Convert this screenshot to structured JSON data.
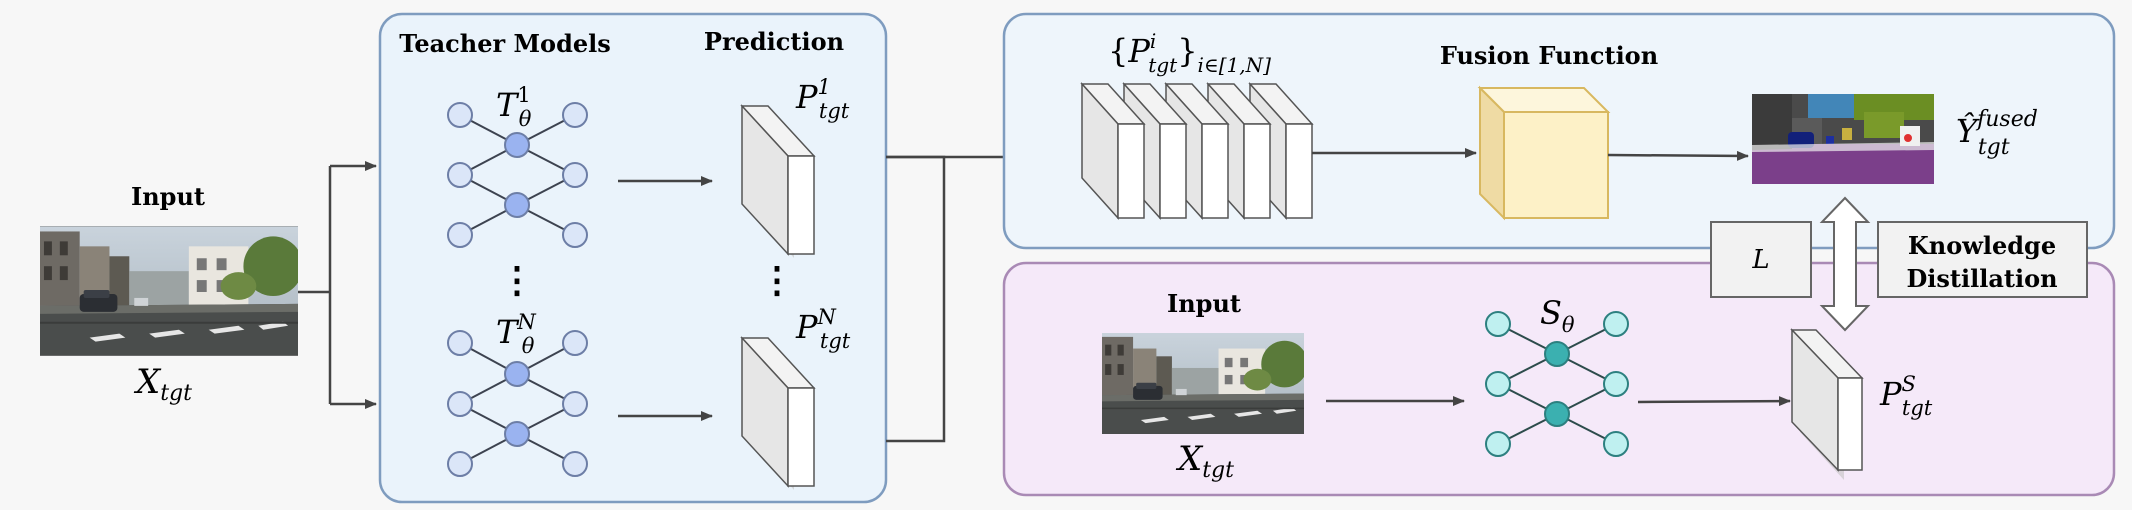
{
  "input": {
    "label": "Input",
    "var": "X",
    "var_sub": "tgt"
  },
  "teacher": {
    "title": "Teacher Models",
    "prediction_title": "Prediction",
    "model1": {
      "sym": "T",
      "sub": "θ",
      "sup": "1"
    },
    "modelN": {
      "sym": "T",
      "sub": "θ",
      "sup": "N"
    },
    "pred1": {
      "sym": "P",
      "sub": "tgt",
      "sup": "1"
    },
    "predN": {
      "sym": "P",
      "sub": "tgt",
      "sup": "N"
    },
    "vdots": "⋮"
  },
  "fusion": {
    "set_open": "{",
    "set_sym": "P",
    "set_sup": "i",
    "set_sub": "tgt",
    "set_close": "}",
    "set_index": "i∈[1,N]",
    "title": "Fusion Function",
    "output": {
      "sym": "Ŷ",
      "sub": "tgt",
      "sup": "fused"
    }
  },
  "student": {
    "input_label": "Input",
    "var": "X",
    "var_sub": "tgt",
    "model": {
      "sym": "S",
      "sub": "θ"
    },
    "pred": {
      "sym": "P",
      "sub": "tgt",
      "sup": "S"
    }
  },
  "loss": {
    "label": "L"
  },
  "kd": {
    "line1": "Knowledge",
    "line2": "Distillation"
  },
  "colors": {
    "teacher_bg": "#eaf3fb",
    "teacher_border": "#7f9cbf",
    "student_bg": "#f5e9f9",
    "student_border": "#a98ab5",
    "teacher_node_hidden": "#9ab3f0",
    "teacher_node_io": "#dbe6f8",
    "student_node_hidden": "#3bb0b0",
    "student_node_io": "#bff0f0",
    "cube_face": "#fdf1c7",
    "cube_border": "#d8b860"
  }
}
